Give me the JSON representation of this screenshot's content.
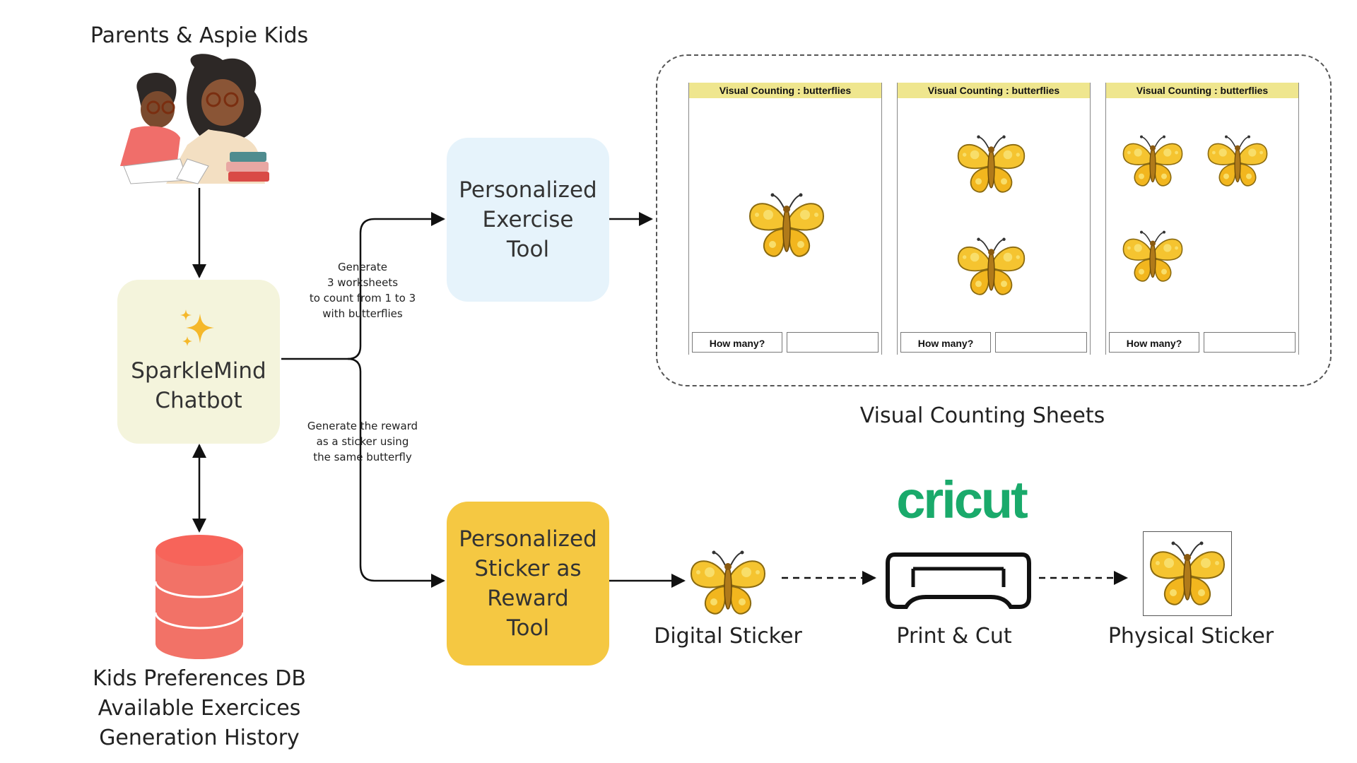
{
  "top_label": "Parents & Aspie Kids",
  "chatbot": {
    "line1": "SparkleMind",
    "line2": "Chatbot",
    "icon": "sparkles-icon"
  },
  "database": {
    "lines": [
      "Kids Preferences DB",
      "Available Exercices",
      "Generation History"
    ],
    "icon": "database-icon"
  },
  "exercise_tool": {
    "lines": [
      "Personalized",
      "Exercise",
      "Tool"
    ]
  },
  "sticker_tool": {
    "lines": [
      "Personalized",
      "Sticker as",
      "Reward",
      "Tool"
    ]
  },
  "edge_labels": {
    "worksheets": [
      "Generate",
      "3 worksheets",
      "to count from 1 to 3",
      "with butterflies"
    ],
    "reward": [
      "Generate the reward",
      "as a sticker using",
      "the same butterfly"
    ]
  },
  "sheets": [
    {
      "title": "Visual Counting : butterflies",
      "question": "How many?",
      "count": 1
    },
    {
      "title": "Visual Counting : butterflies",
      "question": "How many?",
      "count": 2
    },
    {
      "title": "Visual Counting : butterflies",
      "question": "How many?",
      "count": 3
    }
  ],
  "sheets_caption": "Visual Counting Sheets",
  "brand": "cricut",
  "steps": {
    "digital": "Digital Sticker",
    "print": "Print & Cut",
    "physical": "Physical Sticker"
  },
  "colors": {
    "exercise_tool_bg": "#e6f3fb",
    "sticker_tool_bg": "#f5c842",
    "chatbot_bg": "#f4f4dc",
    "database": "#f27267",
    "cricut_green": "#1aaa6b"
  }
}
